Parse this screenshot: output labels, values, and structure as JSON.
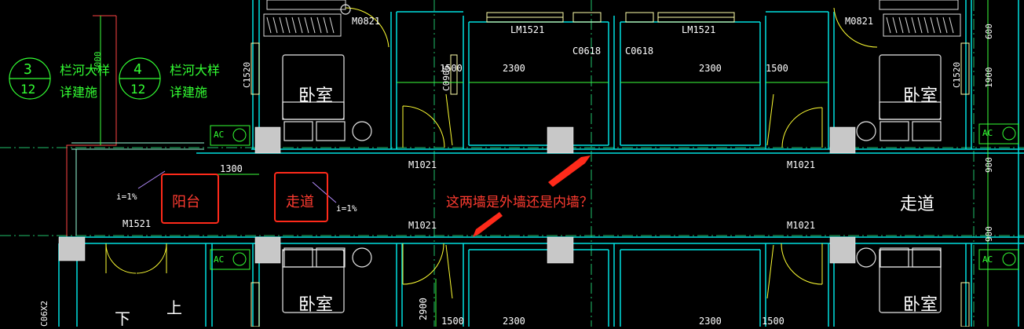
{
  "drawing": {
    "labels": {
      "bedroom": "卧室",
      "corridor": "走道",
      "balcony": "阳台",
      "up": "上",
      "down": "下",
      "railing": "栏河大样",
      "detail_ref": "详建施",
      "detail_num_3": "3",
      "detail_num_4": "4",
      "sheet_12": "12",
      "ac": "AC",
      "slope": "i=1%"
    },
    "doors": {
      "m0821": "M0821",
      "lm1521": "LM1521",
      "m1021": "M1021",
      "m1521": "M1521"
    },
    "windows": {
      "c0618": "C0618",
      "c1520": "C1520",
      "c0906": "C0906",
      "c06x2": "C06X2"
    },
    "dims": {
      "d3000": "3000",
      "d2300": "2300",
      "d1500": "1500",
      "d1300": "1300",
      "d2900": "2900",
      "d900": "900",
      "d600": "600",
      "d1900": "1900",
      "d1500b": "1500"
    }
  },
  "annotation": {
    "question": "这两墙是外墙还是内墙？",
    "color": "#ff2a1a"
  },
  "colors": {
    "background": "#000000",
    "wall": "#00e5e5",
    "text_white": "#ffffff",
    "text_green": "#33ff33",
    "dim_green": "#3cff3c",
    "door_yellow": "#ffff33",
    "column_gray": "#c0c0c0",
    "axis_red": "#ff3333"
  }
}
